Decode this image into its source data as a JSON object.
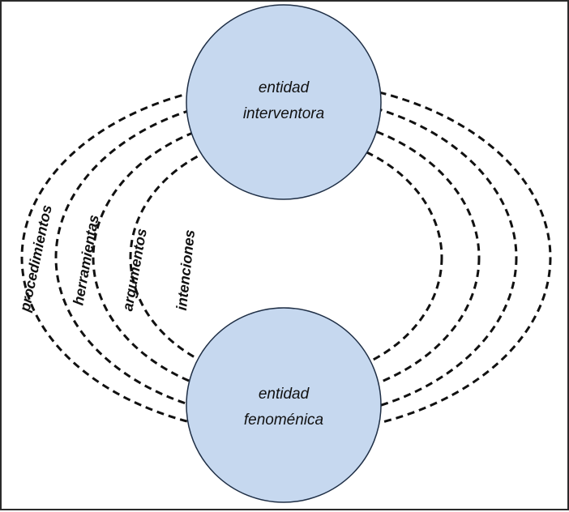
{
  "diagram": {
    "top_node": {
      "line1": "entidad",
      "line2": "interventora"
    },
    "bottom_node": {
      "line1": "entidad",
      "line2": "fenoménica"
    },
    "rings": [
      {
        "label": "procedimientos"
      },
      {
        "label": "herramientas"
      },
      {
        "label": "argumentos"
      },
      {
        "label": "intenciones"
      }
    ],
    "colors": {
      "node_fill": "#c6d8ef",
      "node_stroke": "#1f2f46",
      "ring_stroke": "#111111"
    }
  }
}
